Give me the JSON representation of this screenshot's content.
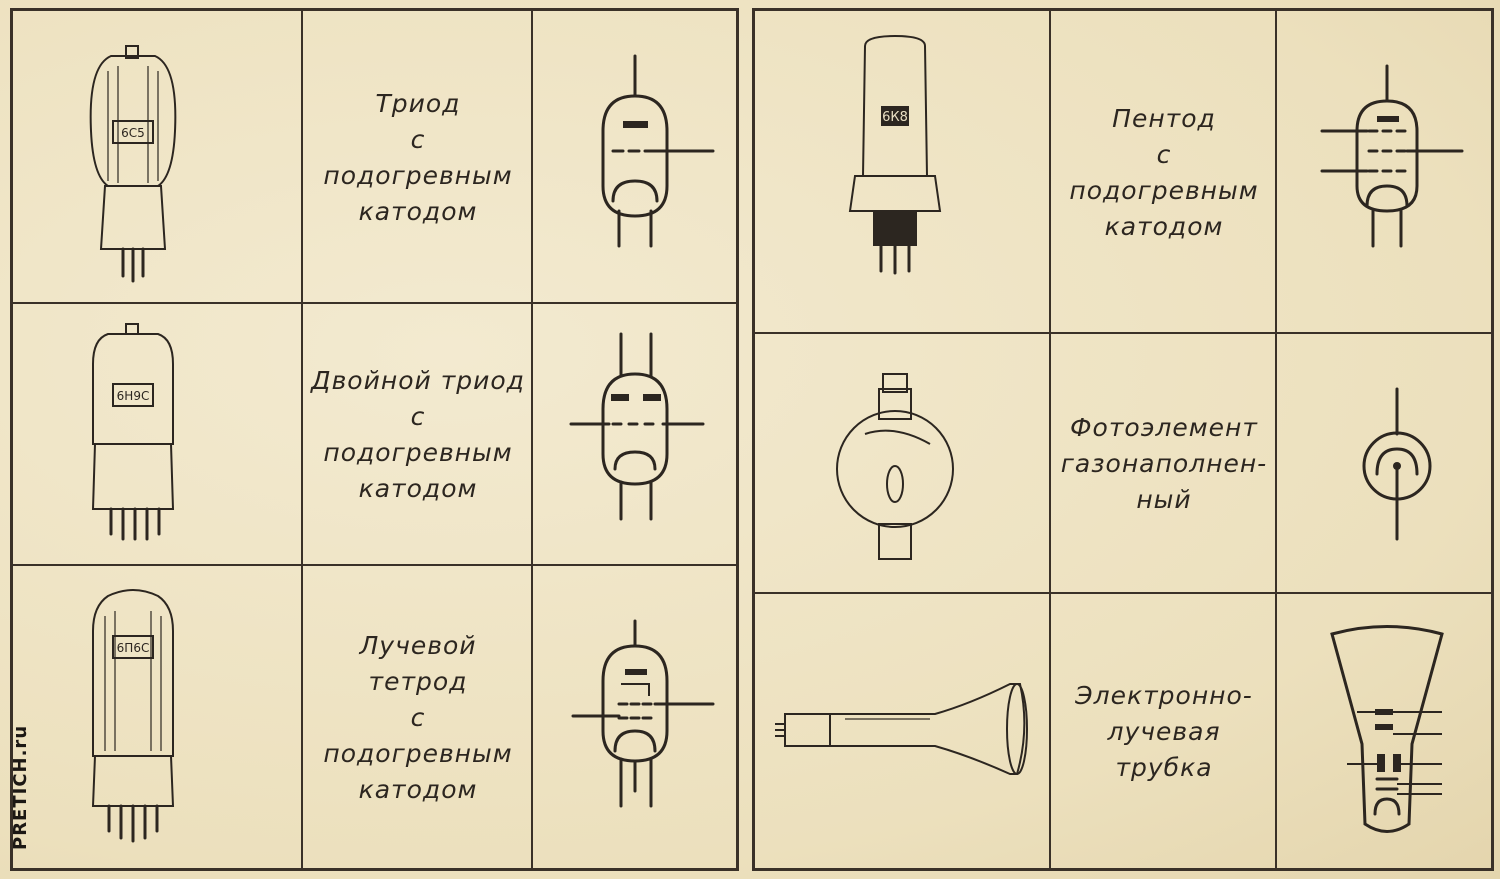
{
  "rows_left": [
    {
      "label": "Триод\nс\nподогревным\nкатодом",
      "tube_marking": "6С5",
      "tube_icon": "triode-tube-icon",
      "symbol_icon": "triode-symbol-icon"
    },
    {
      "label": "Двойной триод\nс\nподогревным\nкатодом",
      "tube_marking": "6Н9С",
      "tube_icon": "double-triode-tube-icon",
      "symbol_icon": "double-triode-symbol-icon"
    },
    {
      "label": "Лучевой\nтетрод\nс\nподогревным\nкатодом",
      "tube_marking": "6П6С",
      "tube_icon": "beam-tetrode-tube-icon",
      "symbol_icon": "beam-tetrode-symbol-icon"
    }
  ],
  "rows_right": [
    {
      "label": "Пентод\nс\nподогревным\nкатодом",
      "tube_marking": "6К8",
      "tube_icon": "pentode-tube-icon",
      "symbol_icon": "pentode-symbol-icon"
    },
    {
      "label": "Фотоэлемент\nгазонаполнен-\nный",
      "tube_icon": "photocell-tube-icon",
      "symbol_icon": "photocell-symbol-icon"
    },
    {
      "label": "Электронно-\nлучевая\nтрубка",
      "tube_icon": "crt-tube-icon",
      "symbol_icon": "crt-symbol-icon"
    }
  ],
  "watermark": "PRETICH.ru",
  "colors": {
    "paper": "#efe5c6",
    "ink": "#2c2620"
  }
}
